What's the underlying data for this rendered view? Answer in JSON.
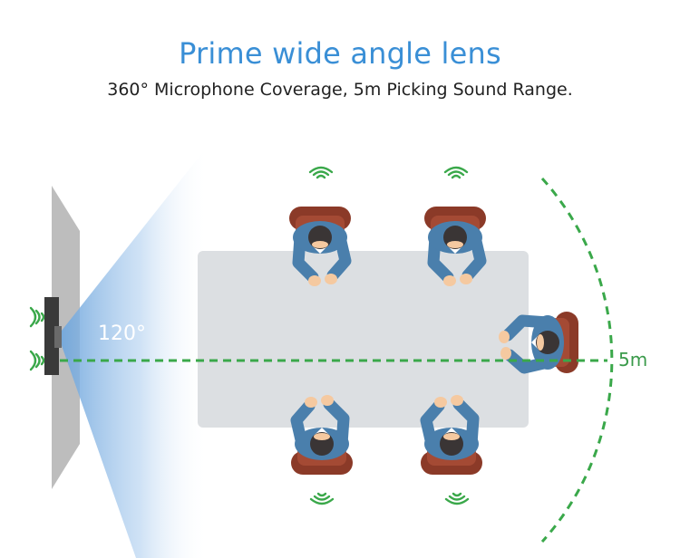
{
  "header": {
    "title": "Prime wide angle lens",
    "subtitle": "360° Microphone Coverage, 5m Picking Sound Range."
  },
  "diagram": {
    "view_angle_label": "120°",
    "range_label": "5m",
    "colors": {
      "title_blue": "#3a8fd6",
      "beam_blue": "#7fb1e0",
      "range_green": "#3aa84a",
      "table_gray": "#d9dcdf",
      "shirt_blue": "#4a7fac",
      "chair_brown": "#8b3a28",
      "hair_dark": "#3a3535",
      "skin": "#f5c9a0",
      "wall_gray": "#bdbdbd",
      "camera_dark": "#3a3a3a"
    },
    "icons": [
      "sound-wave-icon",
      "camera-icon",
      "chair-icon",
      "person-icon"
    ]
  }
}
